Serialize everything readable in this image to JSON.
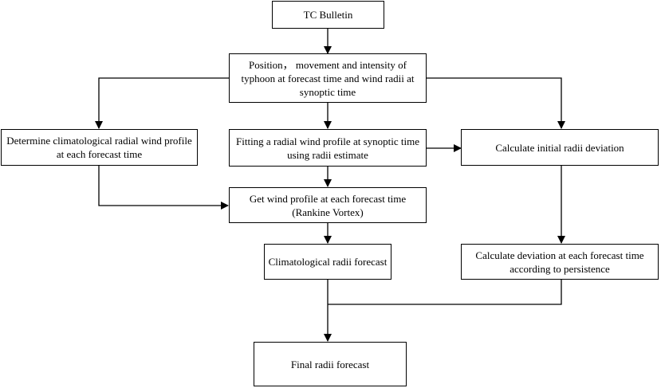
{
  "nodes": {
    "tc_bulletin": {
      "label": "TC Bulletin"
    },
    "position_info": {
      "label": "Position， movement and intensity of typhoon at forecast time and wind radii at synoptic time"
    },
    "climatological_profile": {
      "label": "Determine climatological radial wind profile at each forecast time"
    },
    "fit_profile": {
      "label": "Fitting a radial wind profile at synoptic time using radii estimate"
    },
    "initial_deviation": {
      "label": "Calculate initial radii deviation"
    },
    "wind_profile": {
      "label": "Get wind profile at each forecast time (Rankine Vortex)"
    },
    "climatological_radii": {
      "label": "Climatological radii forecast"
    },
    "persistence_deviation": {
      "label": "Calculate deviation at each forecast time according to persistence"
    },
    "final_forecast": {
      "label": "Final radii forecast"
    }
  },
  "colors": {
    "stroke": "#000000",
    "fill": "#ffffff",
    "text": "#000000"
  }
}
